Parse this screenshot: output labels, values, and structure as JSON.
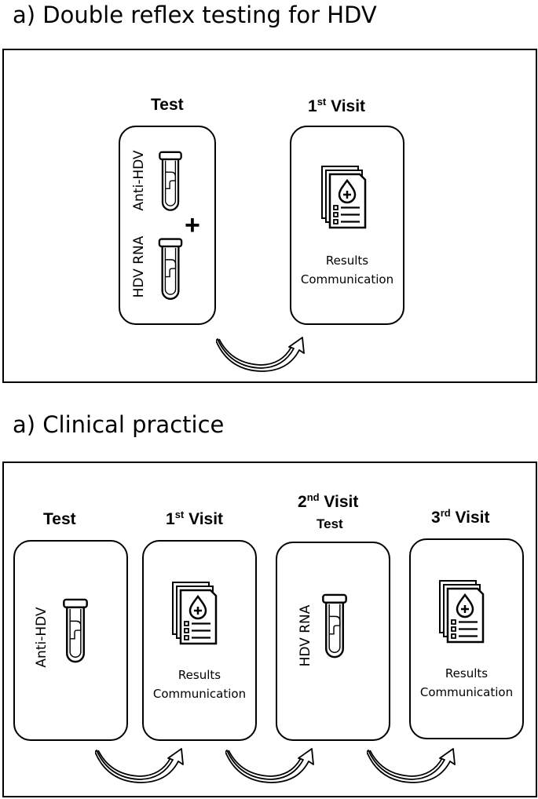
{
  "section_a": {
    "title": "a) Double reflex testing for HDV",
    "test_header": "Test",
    "visit_header": {
      "num": "1",
      "sup": "st",
      "label": " Visit"
    },
    "tube_labels": [
      "Anti-HDV",
      "HDV RNA"
    ],
    "plus": "+",
    "results_line1": "Results",
    "results_line2": "Communication"
  },
  "section_b": {
    "title": "a) Clinical practice",
    "test_header": "Test",
    "visit1_header": {
      "num": "1",
      "sup": "st",
      "label": " Visit"
    },
    "visit2_header": {
      "num": "2",
      "sup": "nd",
      "label": " Visit"
    },
    "visit2_sub": "Test",
    "visit3_header": {
      "num": "3",
      "sup": "rd",
      "label": " Visit"
    },
    "tube1_label": "Anti-HDV",
    "tube2_label": "HDV RNA",
    "results_line1": "Results",
    "results_line2": "Communication"
  },
  "icons": [
    "test-tube-icon",
    "results-document-icon",
    "curved-arrow-icon"
  ]
}
